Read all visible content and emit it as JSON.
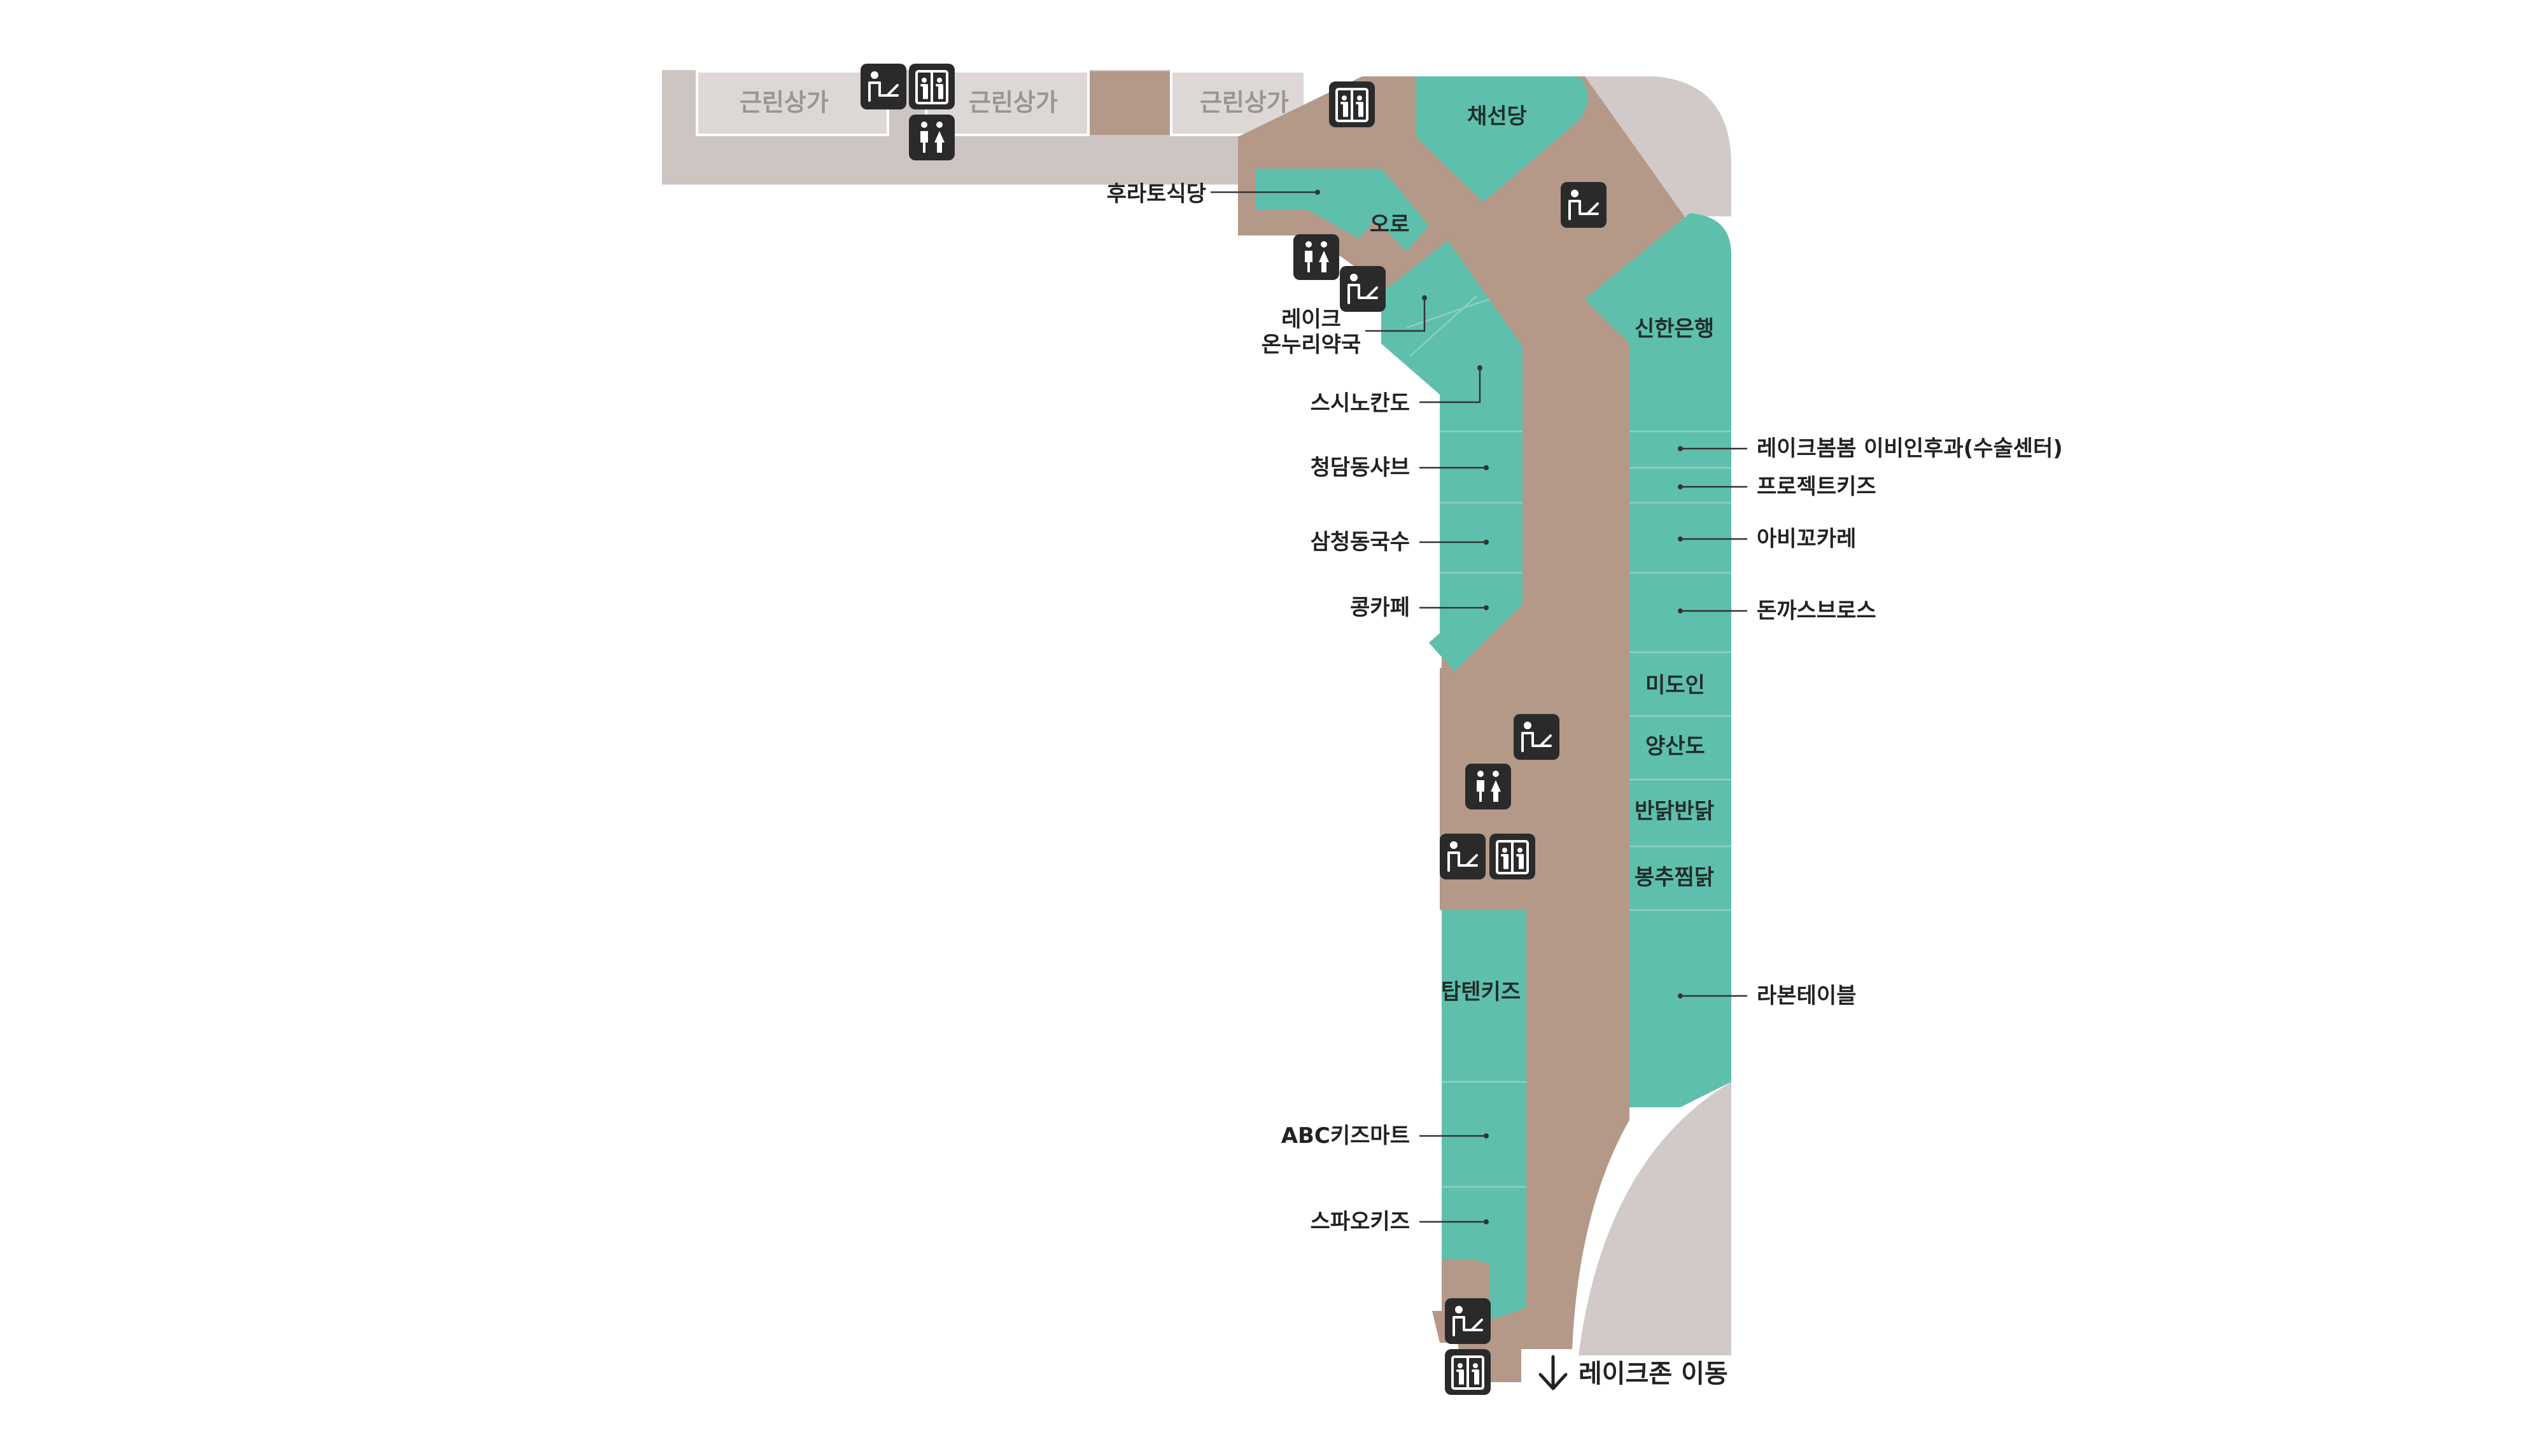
{
  "colors": {
    "corridor": "#b49888",
    "store": "#5fbfad",
    "neighbor": "#ccc5c2",
    "outdoor": "#d8d2d0",
    "icon": "#2a2a2a"
  },
  "neighborhood_labels": [
    "근린상가",
    "근린상가",
    "근린상가"
  ],
  "stores": [
    {
      "id": "chaeseondang",
      "name": "채선당"
    },
    {
      "id": "hurato",
      "name": "후라토식당"
    },
    {
      "id": "oro",
      "name": "오로"
    },
    {
      "id": "pharmacy",
      "name_line1": "레이크",
      "name_line2": "온누리약국"
    },
    {
      "id": "sushinokando",
      "name": "스시노칸도"
    },
    {
      "id": "cheongdam",
      "name": "청담동샤브"
    },
    {
      "id": "samcheong",
      "name": "삼청동국수"
    },
    {
      "id": "kongcafe",
      "name": "콩카페"
    },
    {
      "id": "shinhan",
      "name": "신한은행"
    },
    {
      "id": "lakebombom",
      "name": "레이크봄봄 이비인후과(수술센터)"
    },
    {
      "id": "protect",
      "name": "프로젝트키즈"
    },
    {
      "id": "abicco",
      "name": "아비꼬카레"
    },
    {
      "id": "donkatsu",
      "name": "돈까스브로스"
    },
    {
      "id": "midoin",
      "name": "미도인"
    },
    {
      "id": "yangsando",
      "name": "양산도"
    },
    {
      "id": "bandak",
      "name": "반닭반닭"
    },
    {
      "id": "bongchu",
      "name": "봉추찜닭"
    },
    {
      "id": "labontable",
      "name": "라본테이블"
    },
    {
      "id": "topten",
      "name": "탑텐키즈"
    },
    {
      "id": "abc",
      "name": "ABC키즈마트"
    },
    {
      "id": "spao",
      "name": "스파오키즈"
    }
  ],
  "icons": [
    {
      "type": "escalator-icon"
    },
    {
      "type": "elevator-icon"
    },
    {
      "type": "restroom-icon"
    }
  ],
  "direction": {
    "arrow": "down-arrow",
    "label": "레이크존 이동"
  }
}
